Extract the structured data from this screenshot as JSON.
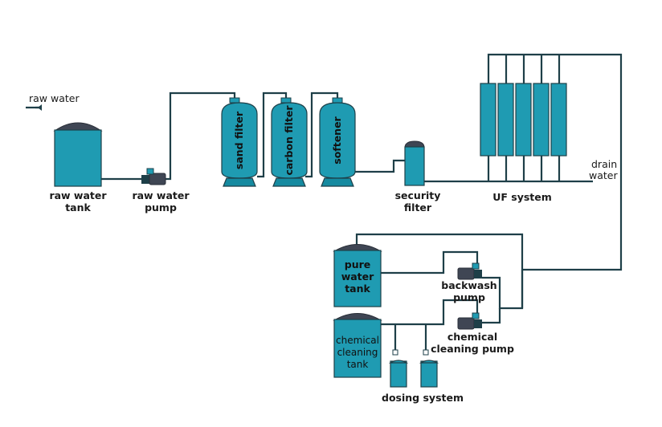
{
  "labels": {
    "raw_water_in": "raw water",
    "raw_water_tank": [
      "raw water",
      "tank"
    ],
    "raw_water_pump": [
      "raw water",
      "pump"
    ],
    "sand_filter": "sand filter",
    "carbon_filter": "carbon filter",
    "softener": "softener",
    "security_filter": [
      "security",
      "filter"
    ],
    "uf_system": "UF system",
    "drain_water": [
      "drain",
      "water"
    ],
    "pure_water_tank": [
      "pure",
      "water",
      "tank"
    ],
    "backwash_pump": [
      "backwash",
      "pump"
    ],
    "chemical_cleaning_tank": [
      "chemical",
      "cleaning",
      "tank"
    ],
    "chemical_cleaning_pump": [
      "chemical",
      "cleaning pump"
    ],
    "dosing_system": "dosing system"
  },
  "colors": {
    "equipment": "#1f9bb2",
    "pipe": "#1e3f48",
    "cap": "#3f4654"
  }
}
